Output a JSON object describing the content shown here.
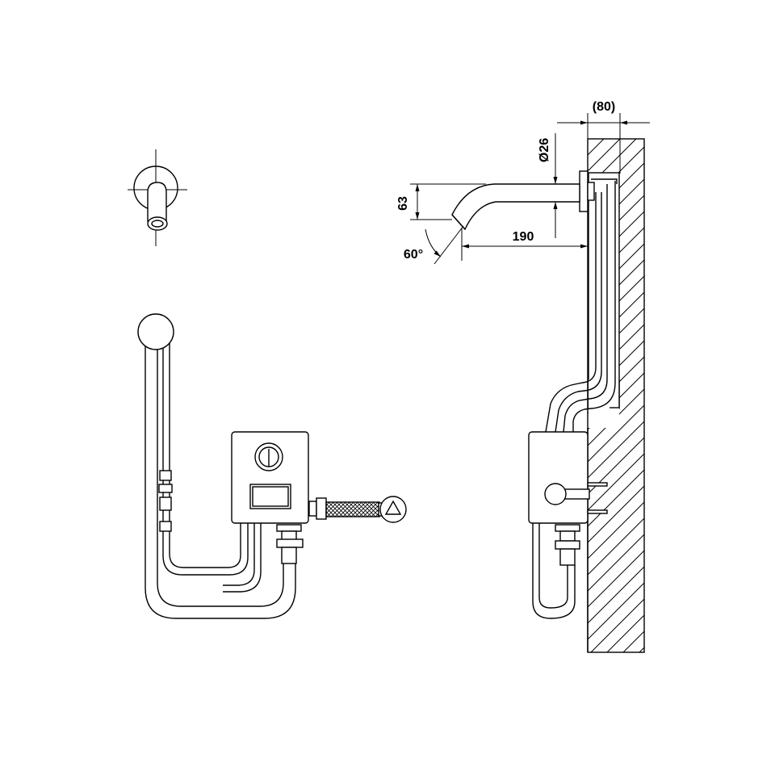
{
  "colors": {
    "line": "#000000",
    "background": "#ffffff"
  },
  "dimensions": {
    "wall_offset": "(80)",
    "spout_diameter": "Ø26",
    "spout_height": "63",
    "spout_length": "190",
    "spout_angle": "60°"
  }
}
